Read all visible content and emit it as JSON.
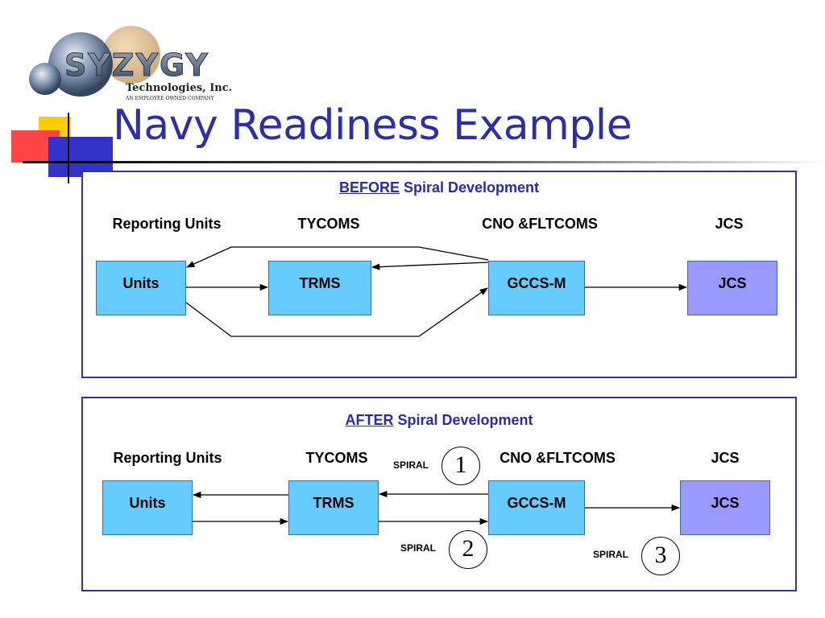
{
  "logo": {
    "brand": "SYZYGY",
    "company": "Technologies, Inc.",
    "tagline": "AN EMPLOYEE OWNED COMPANY"
  },
  "slide_title": "Navy Readiness Example",
  "before": {
    "title_emph": "BEFORE",
    "title_rest": " Spiral Development",
    "columns": [
      "Reporting Units",
      "TYCOMS",
      "CNO &FLTCOMS",
      "JCS"
    ],
    "nodes": [
      "Units",
      "TRMS",
      "GCCS-M",
      "JCS"
    ]
  },
  "after": {
    "title_emph": "AFTER",
    "title_rest": " Spiral Development",
    "columns": [
      "Reporting Units",
      "TYCOMS",
      "CNO &FLTCOMS",
      "JCS"
    ],
    "nodes": [
      "Units",
      "TRMS",
      "GCCS-M",
      "JCS"
    ],
    "spirals": [
      {
        "label": "SPIRAL",
        "number": "1"
      },
      {
        "label": "SPIRAL",
        "number": "2"
      },
      {
        "label": "SPIRAL",
        "number": "3"
      }
    ]
  },
  "colors": {
    "title": "#2e2ea8",
    "panel_border": "#33339a",
    "node_fill": "#66ccff",
    "jcs_fill": "#9999ff"
  }
}
